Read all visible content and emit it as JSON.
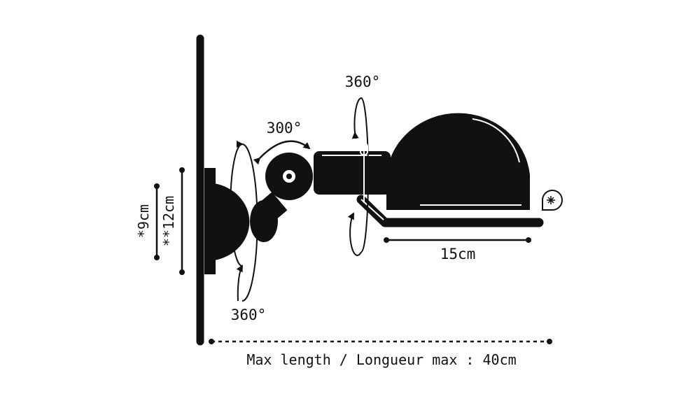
{
  "labels": {
    "rot_top": "360°",
    "rot_mid": "300°",
    "rot_bottom": "360°",
    "dim_9": "*9cm",
    "dim_12": "**12cm",
    "dim_15": "15cm",
    "max_length": "Max length / Longueur max : 40cm"
  },
  "colors": {
    "ink": "#111111",
    "background": "#ffffff",
    "highlight": "#ffffff"
  }
}
